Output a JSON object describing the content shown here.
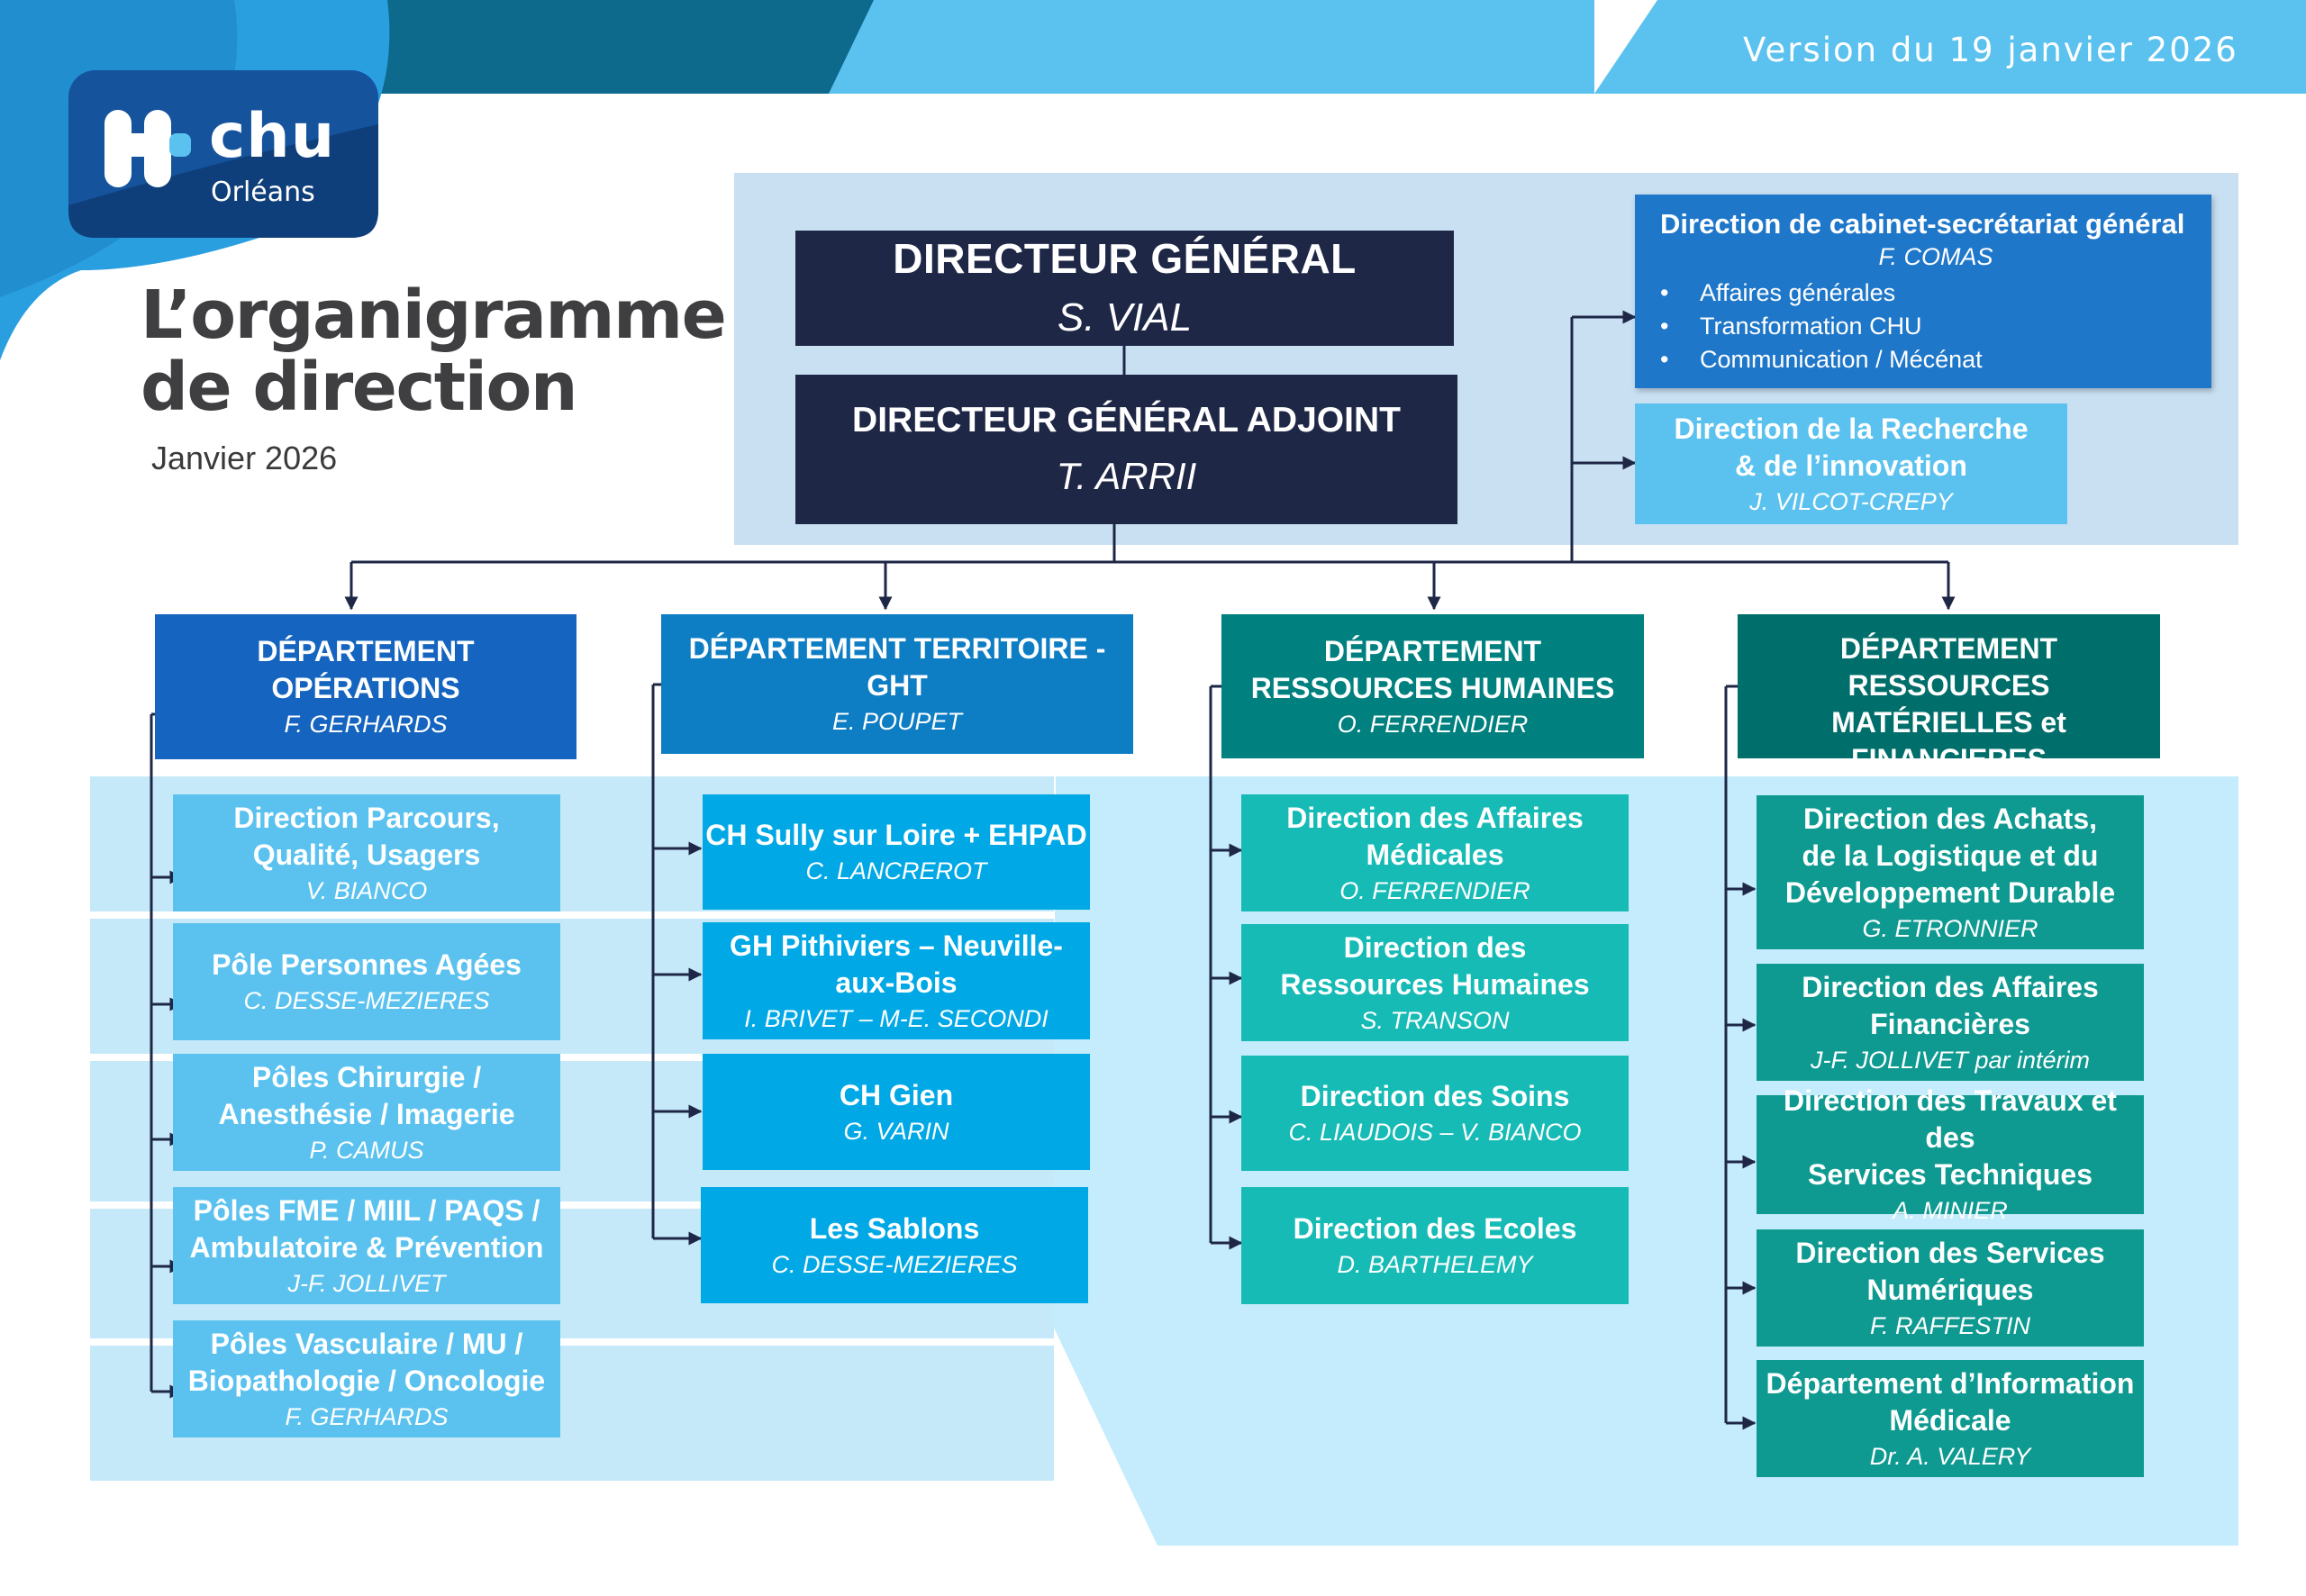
{
  "header": {
    "version": "Version du 19 janvier 2026"
  },
  "logo": {
    "brand": "chu",
    "city": "Orléans"
  },
  "title": {
    "line1": "L’organigramme",
    "line2": "de direction",
    "date": "Janvier 2026"
  },
  "colors": {
    "navy": "#1f2747",
    "ops_dept": "#1565c0",
    "ops_box": "#5bc2ef",
    "ght_dept": "#0d7dc4",
    "ght_box": "#00a8e6",
    "rh_dept": "#00807f",
    "rh_box": "#16bbb6",
    "rmf_dept": "#006e6a",
    "rmf_box": "#0e9a91",
    "cabinet": "#1f77c9",
    "recherche": "#5bc2ef"
  },
  "top": {
    "dg": {
      "title": "DIRECTEUR GÉNÉRAL",
      "name": "S. VIAL"
    },
    "dga": {
      "title": "DIRECTEUR GÉNÉRAL ADJOINT",
      "name": "T. ARRII"
    },
    "cabinet": {
      "title": "Direction de cabinet-secrétariat général",
      "name": "F. COMAS",
      "items": [
        "Affaires générales",
        "Transformation CHU",
        "Communication / Mécénat"
      ]
    },
    "recherche": {
      "title_l1": "Direction de la Recherche",
      "title_l2": "& de l’innovation",
      "name": "J. VILCOT-CREPY"
    }
  },
  "departments": {
    "ops": {
      "title_l1": "DÉPARTEMENT",
      "title_l2": "OPÉRATIONS",
      "name": "F. GERHARDS",
      "units": [
        {
          "l1": "Direction Parcours,",
          "l2": "Qualité, Usagers",
          "name": "V. BIANCO"
        },
        {
          "l1": "Pôle Personnes Agées",
          "l2": "",
          "name": "C. DESSE-MEZIERES"
        },
        {
          "l1": "Pôles Chirurgie /",
          "l2": "Anesthésie / Imagerie",
          "name": "P. CAMUS"
        },
        {
          "l1": "Pôles FME / MIIL / PAQS /",
          "l2": "Ambulatoire & Prévention",
          "name": "J-F. JOLLIVET"
        },
        {
          "l1": "Pôles Vasculaire / MU /",
          "l2": "Biopathologie / Oncologie",
          "name": "F. GERHARDS"
        }
      ]
    },
    "ght": {
      "title_l1": "DÉPARTEMENT TERRITOIRE - GHT",
      "title_l2": "",
      "name": "E. POUPET",
      "units": [
        {
          "l1": "CH Sully sur Loire + EHPAD",
          "l2": "",
          "name": "C. LANCREROT"
        },
        {
          "l1": "GH Pithiviers – Neuville-",
          "l2": "aux-Bois",
          "name": "I. BRIVET – M-E. SECONDI"
        },
        {
          "l1": "CH Gien",
          "l2": "",
          "name": "G. VARIN"
        },
        {
          "l1": "Les Sablons",
          "l2": "",
          "name": "C. DESSE-MEZIERES"
        }
      ]
    },
    "rh": {
      "title_l1": "DÉPARTEMENT",
      "title_l2": "RESSOURCES HUMAINES",
      "name": "O. FERRENDIER",
      "units": [
        {
          "l1": "Direction des Affaires",
          "l2": "Médicales",
          "name": "O. FERRENDIER"
        },
        {
          "l1": "Direction des",
          "l2": "Ressources Humaines",
          "name": "S. TRANSON"
        },
        {
          "l1": "Direction des Soins",
          "l2": "",
          "name": "C. LIAUDOIS – V. BIANCO"
        },
        {
          "l1": "Direction des Ecoles",
          "l2": "",
          "name": "D. BARTHELEMY"
        }
      ]
    },
    "rmf": {
      "title_l1": "DÉPARTEMENT RESSOURCES",
      "title_l2": "MATÉRIELLES et FINANCIERES",
      "name": "",
      "units": [
        {
          "l1": "Direction des Achats,",
          "l2": "de la Logistique et du",
          "l3": "Développement Durable",
          "name": "G. ETRONNIER"
        },
        {
          "l1": "Direction des Affaires",
          "l2": "Financières",
          "l3": "",
          "name": "J-F. JOLLIVET par intérim"
        },
        {
          "l1": "Direction des Travaux et des",
          "l2": "Services Techniques",
          "l3": "",
          "name": "A. MINIER"
        },
        {
          "l1": "Direction des Services",
          "l2": "Numériques",
          "l3": "",
          "name": "F. RAFFESTIN"
        },
        {
          "l1": "Département d’Information",
          "l2": "Médicale",
          "l3": "",
          "name": "Dr. A. VALERY"
        }
      ]
    }
  }
}
